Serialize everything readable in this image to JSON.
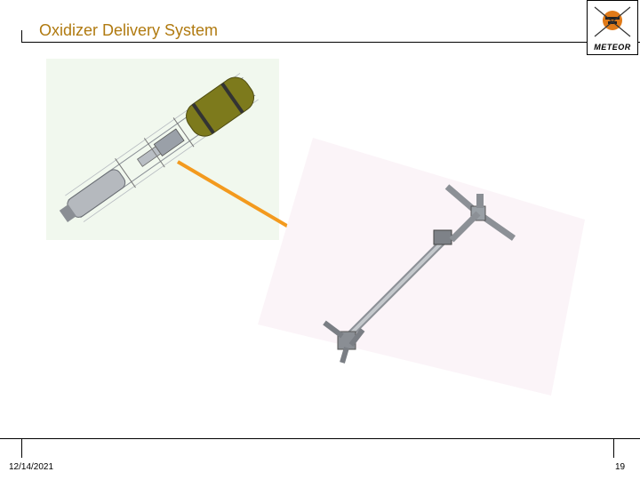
{
  "slide": {
    "title": "Oxidizer Delivery System",
    "date": "12/14/2021",
    "page_number": "19"
  },
  "logo": {
    "text": "METEOR"
  },
  "colors": {
    "title": "#b07a10",
    "arrow": "#f39a1e",
    "tank": "#7d7a1c"
  }
}
